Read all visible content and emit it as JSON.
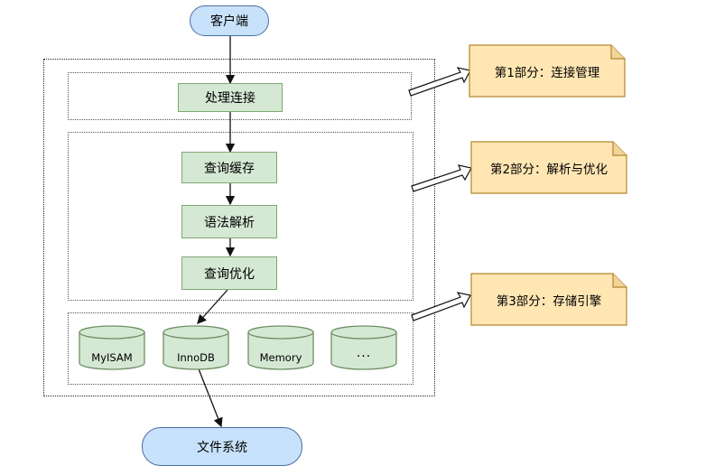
{
  "nodes": {
    "client": "客户端",
    "connection": "处理连接",
    "query_cache": "查询缓存",
    "parser": "语法解析",
    "optimizer": "查询优化",
    "filesystem": "文件系统"
  },
  "engines": [
    "MyISAM",
    "InnoDB",
    "Memory",
    "..."
  ],
  "notes": [
    "第1部分：连接管理",
    "第2部分：解析与优化",
    "第3部分：存储引擎"
  ],
  "colors": {
    "blue_fill": "#c9e2fb",
    "green_fill": "#d5e8d4",
    "note_fill": "#ffe6b3"
  }
}
